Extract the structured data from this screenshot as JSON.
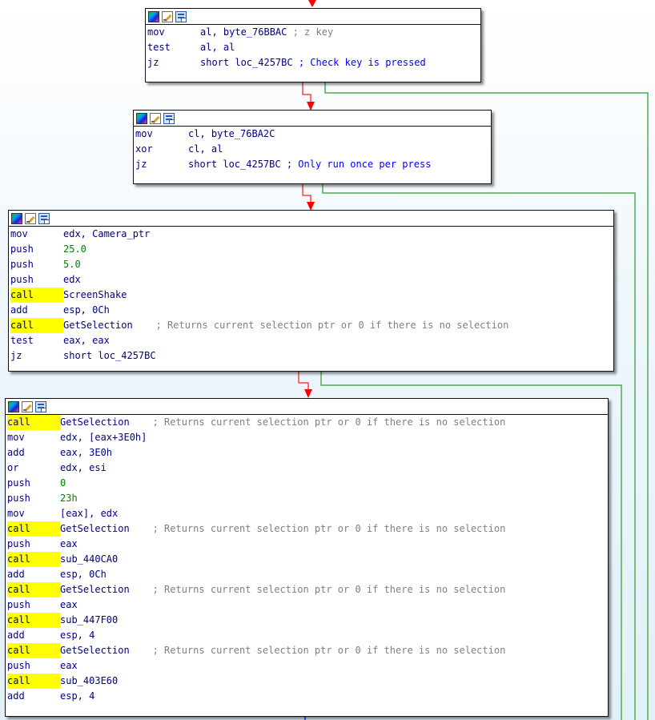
{
  "blocks": [
    {
      "id": "b1",
      "lines": [
        {
          "op": "mov",
          "args": "al, byte_76BBAC",
          "comment": " ; z key"
        },
        {
          "op": "test",
          "args": "al, al"
        },
        {
          "op": "jz",
          "args": "short loc_4257BC",
          "comment": " ; Check key is pressed",
          "comment_style": "blue"
        }
      ]
    },
    {
      "id": "b2",
      "lines": [
        {
          "op": "mov",
          "args": "cl, byte_76BA2C"
        },
        {
          "op": "xor",
          "args": "cl, al"
        },
        {
          "op": "jz",
          "args": "short loc_4257BC",
          "comment": " ; Only run once per press",
          "comment_style": "blue"
        }
      ]
    },
    {
      "id": "b3",
      "lines": [
        {
          "op": "mov",
          "args": "edx, Camera_ptr"
        },
        {
          "op": "push",
          "num": "25.0"
        },
        {
          "op": "push",
          "num": "5.0"
        },
        {
          "op": "push",
          "args": "edx"
        },
        {
          "op": "call",
          "args": "ScreenShake",
          "highlight": true
        },
        {
          "op": "add",
          "args": "esp, 0Ch"
        },
        {
          "op": "call",
          "args": "GetSelection",
          "comment": "    ; Returns current selection ptr or 0 if there is no selection",
          "highlight": true
        },
        {
          "op": "test",
          "args": "eax, eax"
        },
        {
          "op": "jz",
          "args": "short loc_4257BC"
        }
      ]
    },
    {
      "id": "b4",
      "lines": [
        {
          "op": "call",
          "args": "GetSelection",
          "comment": "    ; Returns current selection ptr or 0 if there is no selection",
          "highlight": true
        },
        {
          "op": "mov",
          "args": "edx, [eax+3E0h]"
        },
        {
          "op": "add",
          "args": "eax, 3E0h"
        },
        {
          "op": "or",
          "args": "edx, esi"
        },
        {
          "op": "push",
          "num": "0"
        },
        {
          "op": "push",
          "num": "23h"
        },
        {
          "op": "mov",
          "args": "[eax], edx"
        },
        {
          "op": "call",
          "args": "GetSelection",
          "comment": "    ; Returns current selection ptr or 0 if there is no selection",
          "highlight": true
        },
        {
          "op": "push",
          "args": "eax"
        },
        {
          "op": "call",
          "args": "sub_440CA0",
          "highlight": true
        },
        {
          "op": "add",
          "args": "esp, 0Ch"
        },
        {
          "op": "call",
          "args": "GetSelection",
          "comment": "    ; Returns current selection ptr or 0 if there is no selection",
          "highlight": true
        },
        {
          "op": "push",
          "args": "eax"
        },
        {
          "op": "call",
          "args": "sub_447F00",
          "highlight": true
        },
        {
          "op": "add",
          "args": "esp, 4"
        },
        {
          "op": "call",
          "args": "GetSelection",
          "comment": "    ; Returns current selection ptr or 0 if there is no selection",
          "highlight": true
        },
        {
          "op": "push",
          "args": "eax"
        },
        {
          "op": "call",
          "args": "sub_403E60",
          "highlight": true
        },
        {
          "op": "add",
          "args": "esp, 4"
        }
      ]
    }
  ],
  "icons": [
    "palette-icon",
    "edit-icon",
    "graph-icon"
  ],
  "colors": {
    "false_edge": "#ff0000",
    "true_edge": "#4caf50",
    "flow_edge": "#3060ff"
  }
}
